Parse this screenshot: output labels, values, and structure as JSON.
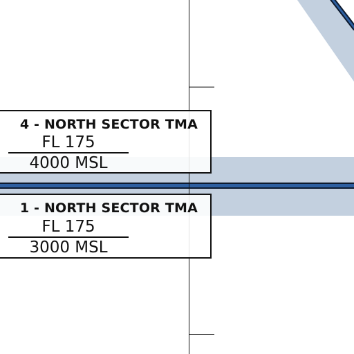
{
  "airspace_labels": [
    {
      "sector_name": "4 - NORTH SECTOR TMA",
      "upper_limit": "FL 175",
      "lower_limit": "4000 MSL"
    },
    {
      "sector_name": "1 - NORTH SECTOR TMA",
      "upper_limit": "FL 175",
      "lower_limit": "3000 MSL"
    }
  ],
  "colors": {
    "boundary_fill": "#c3d0df",
    "boundary_line": "#2d5fa0",
    "boundary_outline": "#0d1a2e",
    "grid_line": "#111111",
    "label_text": "#111111"
  }
}
